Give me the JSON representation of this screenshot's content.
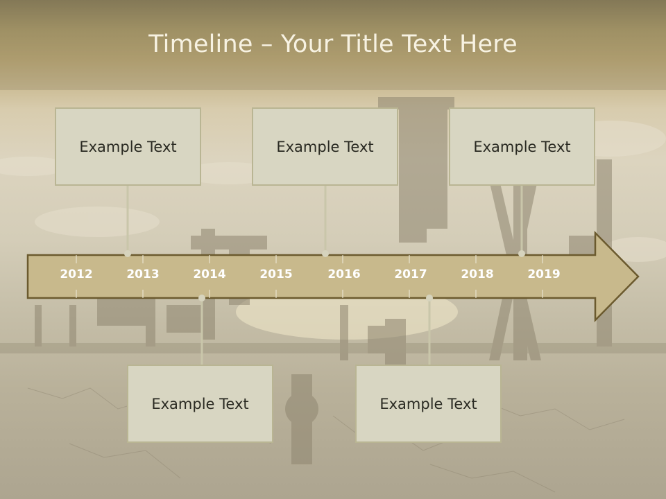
{
  "slide": {
    "title": "Timeline – Your Title Text Here"
  },
  "timeline": {
    "years": [
      "2012",
      "2013",
      "2014",
      "2015",
      "2016",
      "2017",
      "2018",
      "2019"
    ],
    "top_boxes": [
      {
        "text": "Example Text"
      },
      {
        "text": "Example Text"
      },
      {
        "text": "Example Text"
      }
    ],
    "bottom_boxes": [
      {
        "text": "Example Text"
      },
      {
        "text": "Example Text"
      }
    ]
  },
  "colors": {
    "arrow_fill": "#c8b98c",
    "arrow_stroke": "#6b5a2e",
    "box_fill": "#d8d6c2",
    "box_border": "#b9b593",
    "connector": "#c9c6aa",
    "title_text": "#f7f2e2",
    "year_text": "#ffffff"
  }
}
